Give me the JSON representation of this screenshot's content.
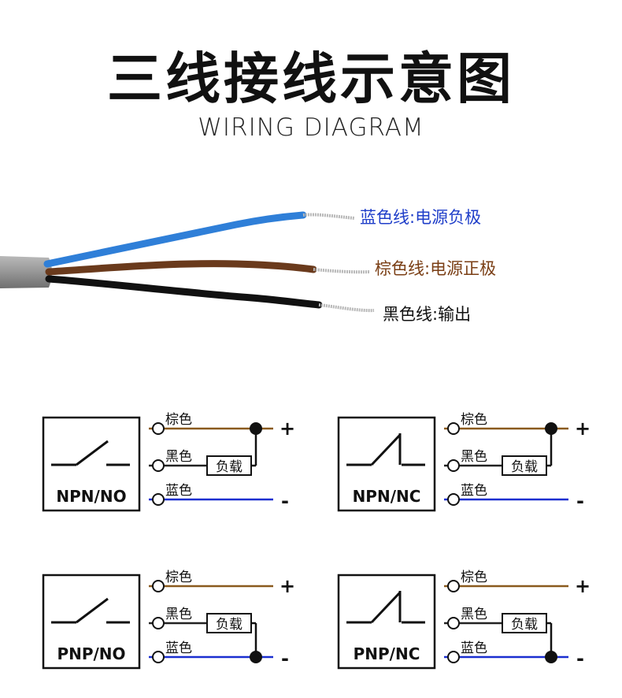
{
  "header": {
    "title_cn": "三线接线示意图",
    "title_en": "WIRING DIAGRAM"
  },
  "cable": {
    "labels": [
      {
        "text": "蓝色线:电源负极",
        "color": "#1f3ec9"
      },
      {
        "text": "棕色线:电源正极",
        "color": "#7a3e14"
      },
      {
        "text": "黑色线:输出",
        "color": "#111111"
      }
    ]
  },
  "colors": {
    "brown_wire": "#8a5a1e",
    "black_wire": "#222222",
    "blue_wire": "#1a2fd0",
    "blue_cable": "#2f7fd8",
    "brown_cable": "#6a3a1c",
    "black_cable": "#111111",
    "jacket": "#8e8e8e"
  },
  "diagrams": [
    {
      "type": "NPN/NO",
      "wire_labels": [
        "棕色",
        "黑色",
        "蓝色"
      ],
      "load_label": "负载",
      "plus": "+",
      "minus": "-"
    },
    {
      "type": "NPN/NC",
      "wire_labels": [
        "棕色",
        "黑色",
        "蓝色"
      ],
      "load_label": "负载",
      "plus": "+",
      "minus": "-"
    },
    {
      "type": "PNP/NO",
      "wire_labels": [
        "棕色",
        "黑色",
        "蓝色"
      ],
      "load_label": "负载",
      "plus": "+",
      "minus": "-"
    },
    {
      "type": "PNP/NC",
      "wire_labels": [
        "棕色",
        "黑色",
        "蓝色"
      ],
      "load_label": "负载",
      "plus": "+",
      "minus": "-"
    }
  ]
}
